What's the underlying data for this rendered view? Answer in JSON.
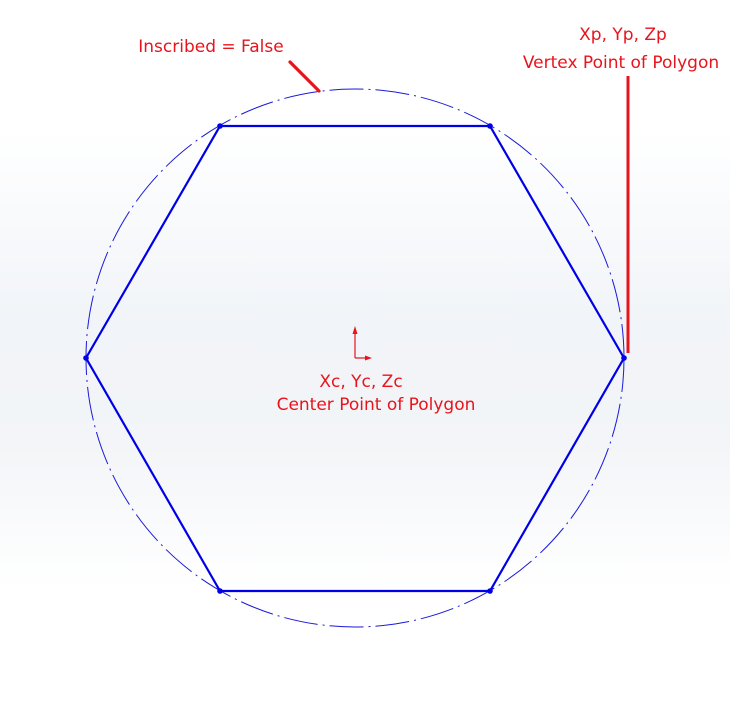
{
  "annotations": {
    "inscribed": "Inscribed = False",
    "vertex_coords": "Xp, Yp, Zp",
    "vertex_label": "Vertex Point of Polygon",
    "center_coords": "Xc, Yc, Zc",
    "center_label": "Center Point of Polygon"
  },
  "colors": {
    "annotation": "#e8141c",
    "sketch": "#0000e6",
    "construction_circle": "#1a1ad9"
  }
}
